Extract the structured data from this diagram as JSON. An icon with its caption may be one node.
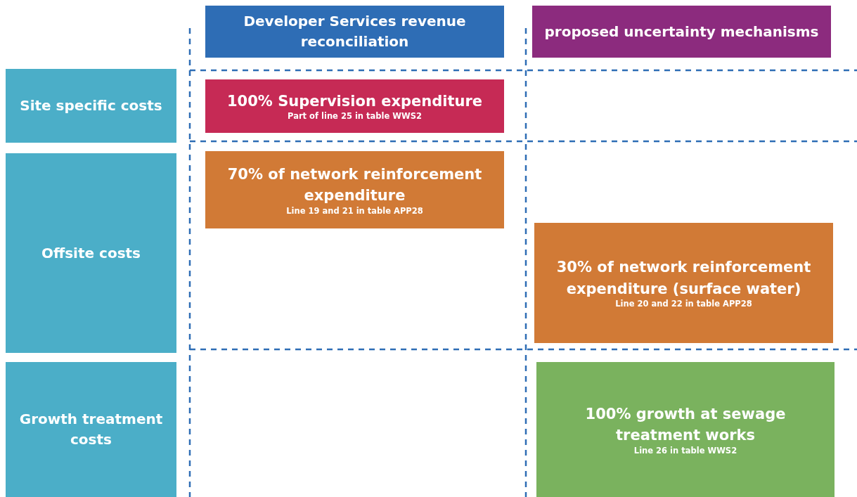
{
  "diagram": {
    "nodes": [
      {
        "text": [
          "Developer Services revenue reconciliation"
        ]
      },
      {
        "text": [
          "proposed uncertainty mechanisms"
        ]
      },
      {
        "text": [
          "Site specific costs"
        ]
      },
      {
        "text": [
          "Offsite costs"
        ]
      },
      {
        "text": [
          "Growth treatment costs"
        ]
      },
      {
        "text": [
          "100% Supervision expenditure",
          "Part of line 25 in table WWS2"
        ]
      },
      {
        "text": [
          "70% of network reinforcement expenditure",
          "Line 19 and 21 in table APP28"
        ]
      },
      {
        "text": [
          "30% of network reinforcement expenditure (surface water)",
          "Line 20 and 22 in table APP28"
        ]
      },
      {
        "text": [
          "100% growth at sewage treatment works",
          "Line 26 in table WWS2"
        ]
      }
    ]
  }
}
